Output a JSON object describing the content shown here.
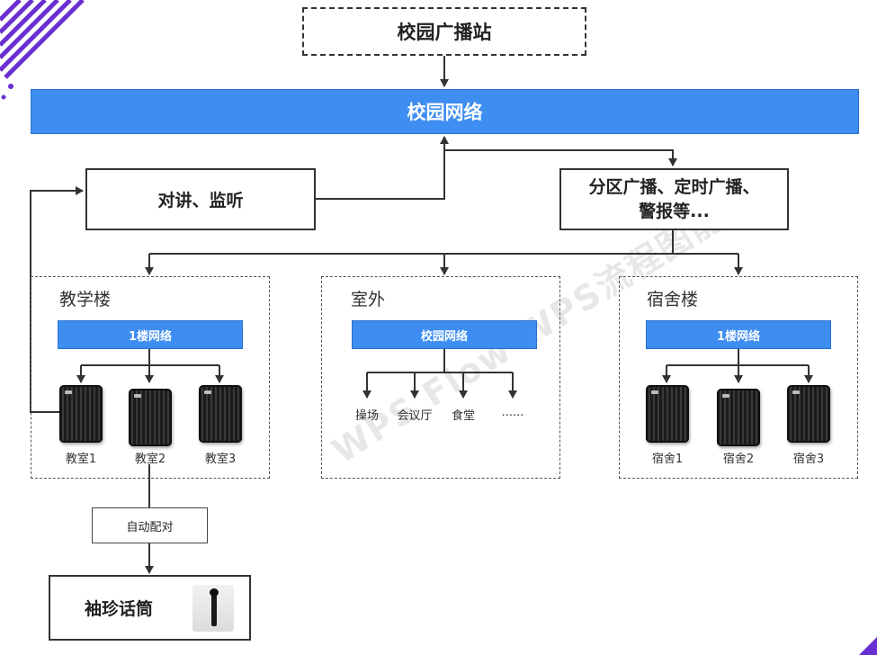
{
  "broadcast_station": "校园广播站",
  "campus_network": "校园网络",
  "intercom": "对讲、监听",
  "zone_broadcast": "分区广播、定时广播、警报等...",
  "zones": {
    "teaching": {
      "title": "教学楼",
      "network": "1楼网络",
      "rooms": [
        "教室1",
        "教室2",
        "教室3"
      ]
    },
    "outdoor": {
      "title": "室外",
      "network": "校园网络",
      "spots": [
        "操场",
        "会议厅",
        "食堂",
        "......"
      ]
    },
    "dorm": {
      "title": "宿舍楼",
      "network": "1楼网络",
      "rooms": [
        "宿舍1",
        "宿舍2",
        "宿舍3"
      ]
    }
  },
  "auto_pair": "自动配对",
  "sleeve_mic": "袖珍话筒",
  "watermark": "WPS Flow WPS流程图能力",
  "colors": {
    "network_blue": "#3d8ef0",
    "corner_purple": "#6a2fd0"
  }
}
